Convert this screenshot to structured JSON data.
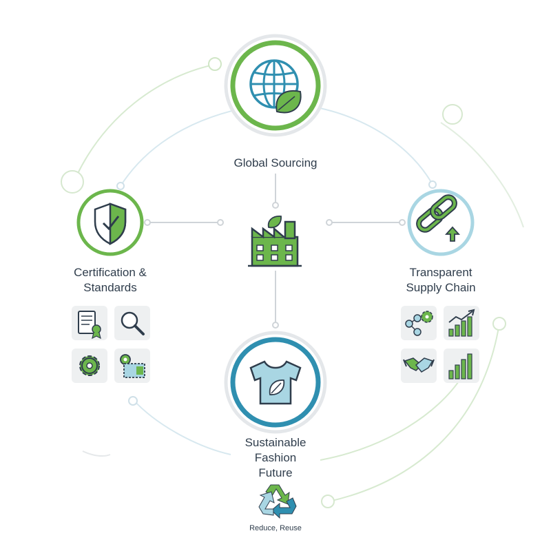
{
  "nodes": {
    "global_sourcing": {
      "label": "Global Sourcing"
    },
    "certification": {
      "line1": "Certification &",
      "line2": "Standards"
    },
    "supply_chain": {
      "line1": "Transparent",
      "line2": "Supply Chain"
    },
    "fashion": {
      "line1": "Sustainable",
      "line2": "Fashion",
      "line3": "Future"
    }
  },
  "recycle": {
    "label": "Reduce, Reuse"
  },
  "icons": {
    "hub": "factory-leaf-icon",
    "global_sourcing": "globe-leaf-icon",
    "certification": "shield-check-icon",
    "supply_chain": "chain-link-arrow-icon",
    "fashion": "tshirt-leaf-icon",
    "cert_tiles": [
      "certificate-document-icon",
      "magnifier-icon",
      "gear-icon",
      "gear-stamp-icon"
    ],
    "supply_tiles": [
      "network-gear-icon",
      "growth-chart-icon",
      "handshake-icon",
      "bar-chart-icon"
    ],
    "recycle": "recycle-icon"
  },
  "colors": {
    "green": "#6cb64c",
    "dark_green": "#3f8a2f",
    "blue": "#2f8fb0",
    "light_blue": "#a9d6e3",
    "ring_grey": "#e6e8ea",
    "line_grey": "#cfd4d8",
    "tile_bg": "#eef0f1",
    "stroke": "#2f3d4c"
  }
}
